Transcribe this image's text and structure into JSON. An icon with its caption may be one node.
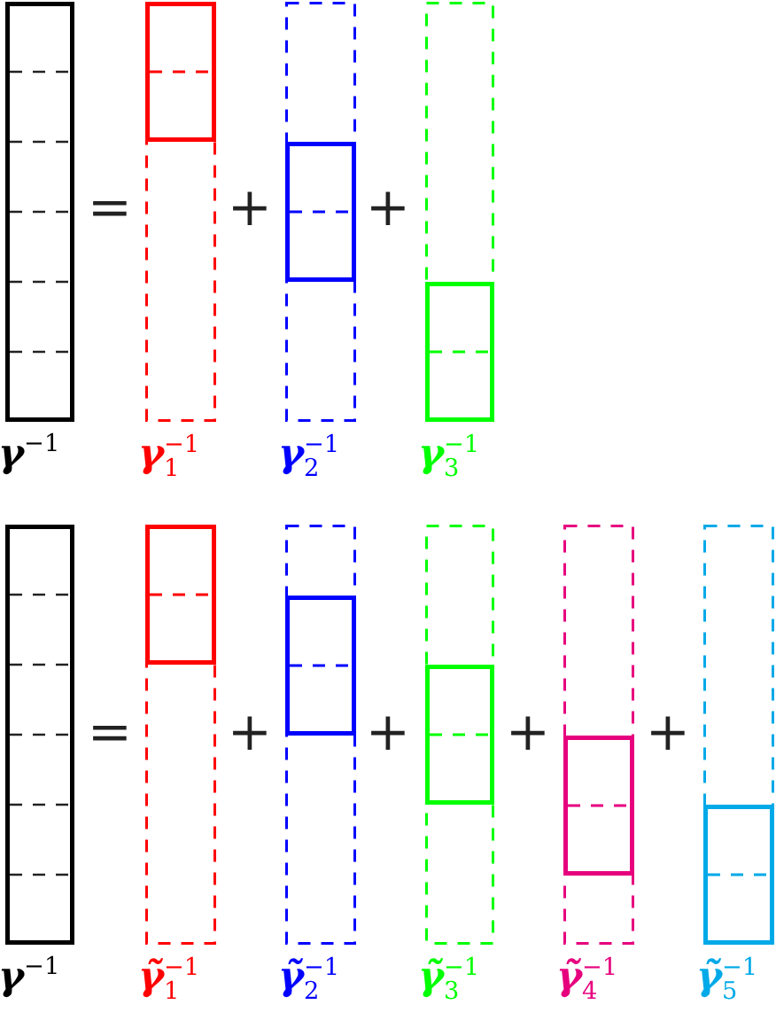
{
  "diagram": {
    "nodes": [
      {
        "text": [],
        "shape": "bar",
        "beside": [
          "**γ**$^{−1}$"
        ]
      },
      {
        "text": [],
        "shape": "bar",
        "beside": [
          "**γ**$_{1}$$^{−1}$"
        ]
      },
      {
        "text": [],
        "shape": "box",
        "in": 1
      },
      {
        "text": [],
        "shape": "bar",
        "beside": [
          "**γ**$_{2}$$^{−1}$"
        ]
      },
      {
        "text": [],
        "shape": "box",
        "in": 3
      },
      {
        "text": [],
        "shape": "bar",
        "beside": [
          "**γ**$_{3}$$^{−1}$"
        ]
      },
      {
        "text": [],
        "shape": "box",
        "in": 5
      },
      {
        "text": [],
        "shape": "bar",
        "beside": [
          "**γ**$^{−1}$"
        ]
      },
      {
        "text": [],
        "shape": "bar",
        "beside": [
          "**γ̃**$_{1}$$^{−1}$"
        ]
      },
      {
        "text": [],
        "shape": "box",
        "in": 8
      },
      {
        "text": [],
        "shape": "bar",
        "beside": [
          "**γ̃**$_{2}$$^{−1}$"
        ]
      },
      {
        "text": [],
        "shape": "box",
        "in": 10
      },
      {
        "text": [],
        "shape": "bar",
        "beside": [
          "**γ̃**$_{3}$$^{−1}$"
        ]
      },
      {
        "text": [],
        "shape": "box",
        "in": 12
      },
      {
        "text": [],
        "shape": "bar",
        "beside": [
          "**γ̃**$_{4}$$^{−1}$"
        ]
      },
      {
        "text": [],
        "shape": "box",
        "in": 14
      },
      {
        "text": [],
        "shape": "bar",
        "beside": [
          "**γ̃**$_{5}$$^{−1}$"
        ]
      },
      {
        "text": [],
        "shape": "box",
        "in": 16
      }
    ],
    "labels": [
      "=",
      "+",
      "+",
      "=",
      "+",
      "+",
      "+",
      "+"
    ]
  }
}
